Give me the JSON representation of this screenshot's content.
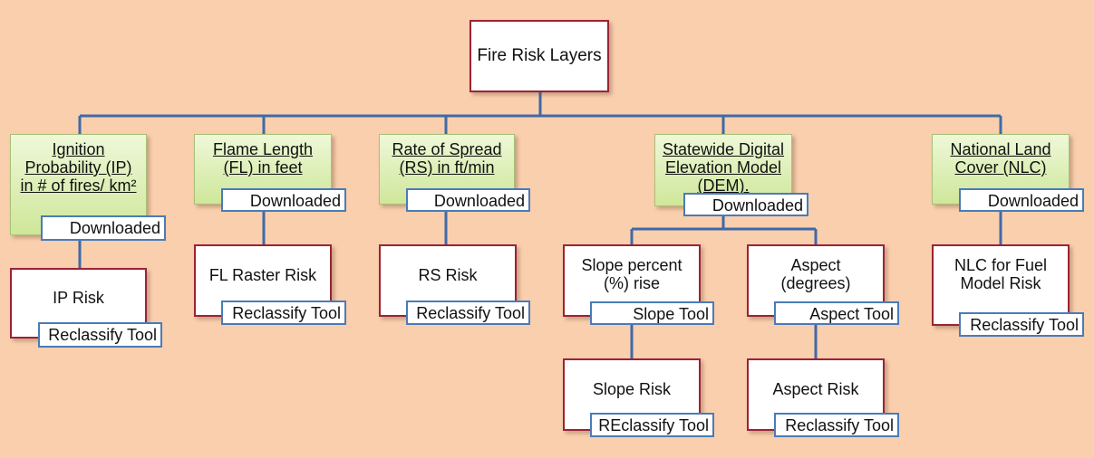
{
  "root": {
    "label": "Fire Risk Layers"
  },
  "branches": {
    "ip": {
      "source_lines": [
        "Ignition",
        "Probability (IP)",
        "in # of fires/ km²"
      ],
      "status": "Downloaded",
      "risk": "IP Risk",
      "tool": "Reclassify Tool"
    },
    "fl": {
      "source_lines": [
        "Flame Length",
        "(FL) in feet"
      ],
      "status": "Downloaded",
      "risk": "FL Raster Risk",
      "tool": "Reclassify Tool"
    },
    "rs": {
      "source_lines": [
        "Rate of Spread",
        "(RS) in ft/min"
      ],
      "status": "Downloaded",
      "risk": "RS  Risk",
      "tool": "Reclassify Tool"
    },
    "dem": {
      "source_lines": [
        "Statewide Digital",
        "Elevation Model",
        "(DEM)."
      ],
      "status": "Downloaded",
      "slope": {
        "label_lines": [
          "Slope percent",
          "(%) rise"
        ],
        "tool": "Slope Tool",
        "risk": "Slope Risk",
        "risk_tool": "REclassify Tool"
      },
      "aspect": {
        "label_lines": [
          "Aspect",
          "(degrees)"
        ],
        "tool": "Aspect Tool",
        "risk": "Aspect  Risk",
        "risk_tool": "Reclassify Tool"
      }
    },
    "nlc": {
      "source_lines": [
        "National Land",
        "Cover  (NLC)"
      ],
      "status": "Downloaded",
      "risk_lines": [
        "NLC for Fuel",
        "Model Risk"
      ],
      "tool": "Reclassify Tool"
    }
  },
  "colors": {
    "background": "#f9cfae",
    "connector": "#3e6aa8",
    "result_border": "#9b2335",
    "tool_border": "#4a7bb7",
    "source_fill": "#d9eda9"
  }
}
